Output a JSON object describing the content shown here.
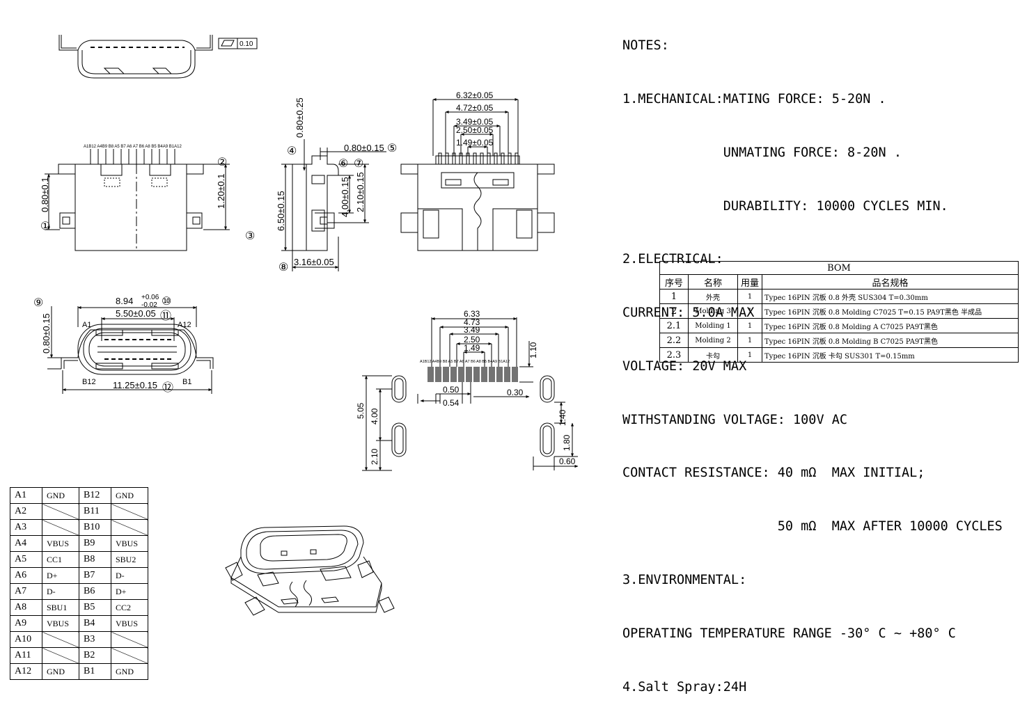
{
  "notes": {
    "lines": [
      "NOTES:",
      "1.MECHANICAL:MATING FORCE: 5-20N .",
      "             UNMATING FORCE: 8-20N .",
      "             DURABILITY: 10000 CYCLES MIN.",
      "2.ELECTRICAL:",
      "CURRENT: 5.0A MAX",
      "VOLTAGE: 20V MAX",
      "WITHSTANDING VOLTAGE: 100V AC",
      "CONTACT RESISTANCE: 40 mΩ  MAX INITIAL;",
      "                    50 mΩ  MAX AFTER 10000 CYCLES",
      "3.ENVIRONMENTAL:",
      "OPERATING TEMPERATURE RANGE -30° C ~ +80° C",
      "4.Salt Spray:24H"
    ]
  },
  "bom": {
    "title": "BOM",
    "headers": [
      "序号",
      "名称",
      "用量",
      "品名规格"
    ],
    "rows": [
      {
        "no": "1",
        "name": "外壳",
        "qty": "1",
        "spec": "Typec 16PIN 沉板 0.8 外壳 SUS304 T=0.30mm"
      },
      {
        "no": "2",
        "name": "Molding 3",
        "qty": "1",
        "spec": "Typec 16PIN 沉板 0.8 Molding C7025 T=0.15 PA9T黑色 半成品"
      },
      {
        "no": "2.1",
        "name": "Molding 1",
        "qty": "1",
        "spec": "Typec 16PIN 沉板 0.8 Molding A C7025 PA9T黑色"
      },
      {
        "no": "2.2",
        "name": "Molding 2",
        "qty": "1",
        "spec": "Typec 16PIN 沉板 0.8 Molding B C7025 PA9T黑色"
      },
      {
        "no": "2.3",
        "name": "卡勾",
        "qty": "1",
        "spec": "Typec 16PIN 沉板  卡勾 SUS301 T=0.15mm"
      }
    ]
  },
  "pins": [
    {
      "a": "A1",
      "a_sig": "GND",
      "b": "B12",
      "b_sig": "GND"
    },
    {
      "a": "A2",
      "a_sig": "",
      "b": "B11",
      "b_sig": ""
    },
    {
      "a": "A3",
      "a_sig": "",
      "b": "B10",
      "b_sig": ""
    },
    {
      "a": "A4",
      "a_sig": "VBUS",
      "b": "B9",
      "b_sig": "VBUS"
    },
    {
      "a": "A5",
      "a_sig": "CC1",
      "b": "B8",
      "b_sig": "SBU2"
    },
    {
      "a": "A6",
      "a_sig": "D+",
      "b": "B7",
      "b_sig": "D-"
    },
    {
      "a": "A7",
      "a_sig": "D-",
      "b": "B6",
      "b_sig": "D+"
    },
    {
      "a": "A8",
      "a_sig": "SBU1",
      "b": "B5",
      "b_sig": "CC2"
    },
    {
      "a": "A9",
      "a_sig": "VBUS",
      "b": "B4",
      "b_sig": "VBUS"
    },
    {
      "a": "A10",
      "a_sig": "",
      "b": "B3",
      "b_sig": ""
    },
    {
      "a": "A11",
      "a_sig": "",
      "b": "B2",
      "b_sig": ""
    },
    {
      "a": "A12",
      "a_sig": "GND",
      "b": "B1",
      "b_sig": "GND"
    }
  ],
  "dims": {
    "flatness": "0.10",
    "front": {
      "w632": "6.32±0.05",
      "w472": "4.72±0.05",
      "w349": "3.49±0.05",
      "w250": "2.50±0.05",
      "w149": "1.49±0.05"
    },
    "top": {
      "h080": "0.80±0.1",
      "h120": "1.20±0.1",
      "c1": "①",
      "c2": "②",
      "c3": "③"
    },
    "side": {
      "h080": "0.80±0.25",
      "w080": "0.80±0.15",
      "h650": "6.50±0.15",
      "h400": "4.00±0.15",
      "h210": "2.10±0.15",
      "w316": "3.16±0.05",
      "c4": "④",
      "c5": "⑤",
      "c6": "⑥",
      "c7": "⑦",
      "c8": "⑧"
    },
    "end": {
      "w894": "8.94",
      "tol_up": "+0.06",
      "tol_dn": "-0.02",
      "w550": "5.50±0.05",
      "w1125": "11.25±0.15",
      "h080": "0.80±0.15",
      "a1": "A1",
      "a12": "A12",
      "b12": "B12",
      "b1": "B1",
      "c9": "⑨",
      "c10": "⑩",
      "c11": "⑪",
      "c12": "⑫"
    },
    "pcb": {
      "w633": "6.33",
      "w473": "4.73",
      "w349": "3.49",
      "w250": "2.50",
      "w149": "1.49",
      "h110": "1.10",
      "w050": "0.50",
      "w054": "0.54",
      "w030": "0.30",
      "h505": "5.05",
      "h400": "4.00",
      "h210": "2.10",
      "h140": "1.40",
      "h180": "1.80",
      "w060": "0.60"
    },
    "pin_row": "A1B12 A4B9  B8  A5  B7  A6 A7  B6  A8  B5  B4A9 B1A12"
  }
}
